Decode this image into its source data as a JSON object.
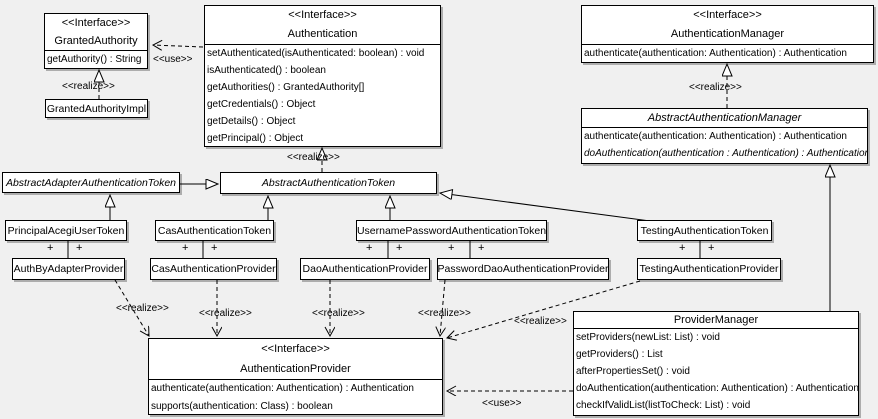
{
  "diagram": {
    "background": "#f0f0f0",
    "box_fill": "#ffffff",
    "line_color": "#000000",
    "labels": {
      "realize": "<<realize>>",
      "use": "<<use>>",
      "plus": "+"
    },
    "classes": {
      "granted_authority": {
        "stereotype": "<<Interface>>",
        "name": "GrantedAuthority",
        "methods": [
          "getAuthority() : String"
        ]
      },
      "granted_authority_impl": {
        "name": "GrantedAuthorityImpl"
      },
      "authentication": {
        "stereotype": "<<Interface>>",
        "name": "Authentication",
        "methods": [
          "setAuthenticated(isAuthenticated: boolean) : void",
          "isAuthenticated() : boolean",
          "getAuthorities() : GrantedAuthority[]",
          "getCredentials() : Object",
          "getDetails() : Object",
          "getPrincipal() : Object"
        ]
      },
      "authentication_manager": {
        "stereotype": "<<Interface>>",
        "name": "AuthenticationManager",
        "methods": [
          "authenticate(authentication: Authentication) : Authentication"
        ]
      },
      "abstract_authentication_manager": {
        "name": "AbstractAuthenticationManager",
        "methods": [
          "authenticate(authentication: Authentication) : Authentication",
          "doAuthentication(authentication : Authentication) : Authentication"
        ]
      },
      "abstract_adapter_authentication_token": {
        "name": "AbstractAdapterAuthenticationToken"
      },
      "abstract_authentication_token": {
        "name": "AbstractAuthenticationToken"
      },
      "principal_acegi_user_token": {
        "name": "PrincipalAcegiUserToken"
      },
      "cas_authentication_token": {
        "name": "CasAuthenticationToken"
      },
      "username_password_authentication_token": {
        "name": "UsernamePasswordAuthenticationToken"
      },
      "testing_authentication_token": {
        "name": "TestingAuthenticationToken"
      },
      "auth_by_adapter_provider": {
        "name": "AuthByAdapterProvider"
      },
      "cas_authentication_provider": {
        "name": "CasAuthenticationProvider"
      },
      "dao_authentication_provider": {
        "name": "DaoAuthenticationProvider"
      },
      "password_dao_authentication_provider": {
        "name": "PasswordDaoAuthenticationProvider"
      },
      "testing_authentication_provider": {
        "name": "TestingAuthenticationProvider"
      },
      "authentication_provider": {
        "stereotype": "<<Interface>>",
        "name": "AuthenticationProvider",
        "methods": [
          "authenticate(authentication: Authentication) : Authentication",
          "supports(authentication: Class) : boolean"
        ]
      },
      "provider_manager": {
        "name": "ProviderManager",
        "methods": [
          "setProviders(newList: List) : void",
          "getProviders() : List",
          "afterPropertiesSet() : void",
          "doAuthentication(authentication: Authentication) : Authentication",
          "checkIfValidList(listToCheck: List) : void"
        ]
      }
    }
  }
}
